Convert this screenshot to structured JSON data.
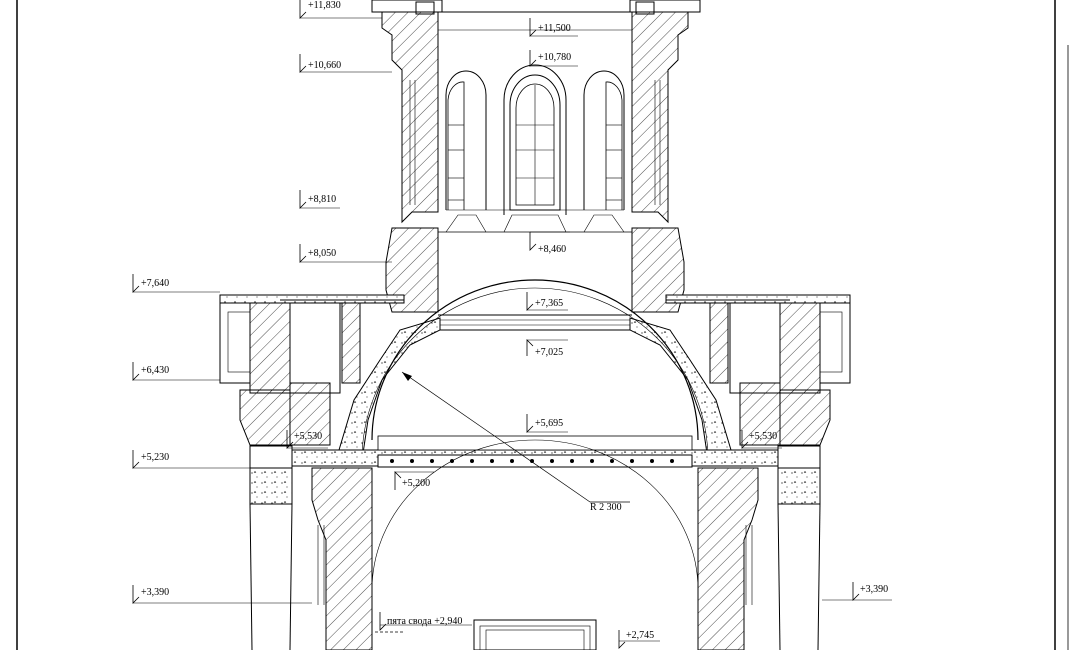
{
  "drawing": {
    "levels": {
      "l11830": "+11,830",
      "l11500": "+11,500",
      "l10780": "+10,780",
      "l10660": "+10,660",
      "l8810": "+8,810",
      "l8460": "+8,460",
      "l8050": "+8,050",
      "l7640": "+7,640",
      "l7365": "+7,365",
      "l7025": "+7,025",
      "l6430": "+6,430",
      "l5695": "+5,695",
      "l5530_left": "+5,530",
      "l5530_right": "+5,530",
      "l5230": "+5,230",
      "l5200": "+5,200",
      "l3390_left": "+3,390",
      "l3390_right": "+3,390",
      "l2940": "пята свода +2,940",
      "l2745": "+2,745"
    },
    "radius_label": "R 2 300",
    "colors": {
      "line": "#000000",
      "paper": "#ffffff",
      "dashed": "#555555"
    }
  }
}
